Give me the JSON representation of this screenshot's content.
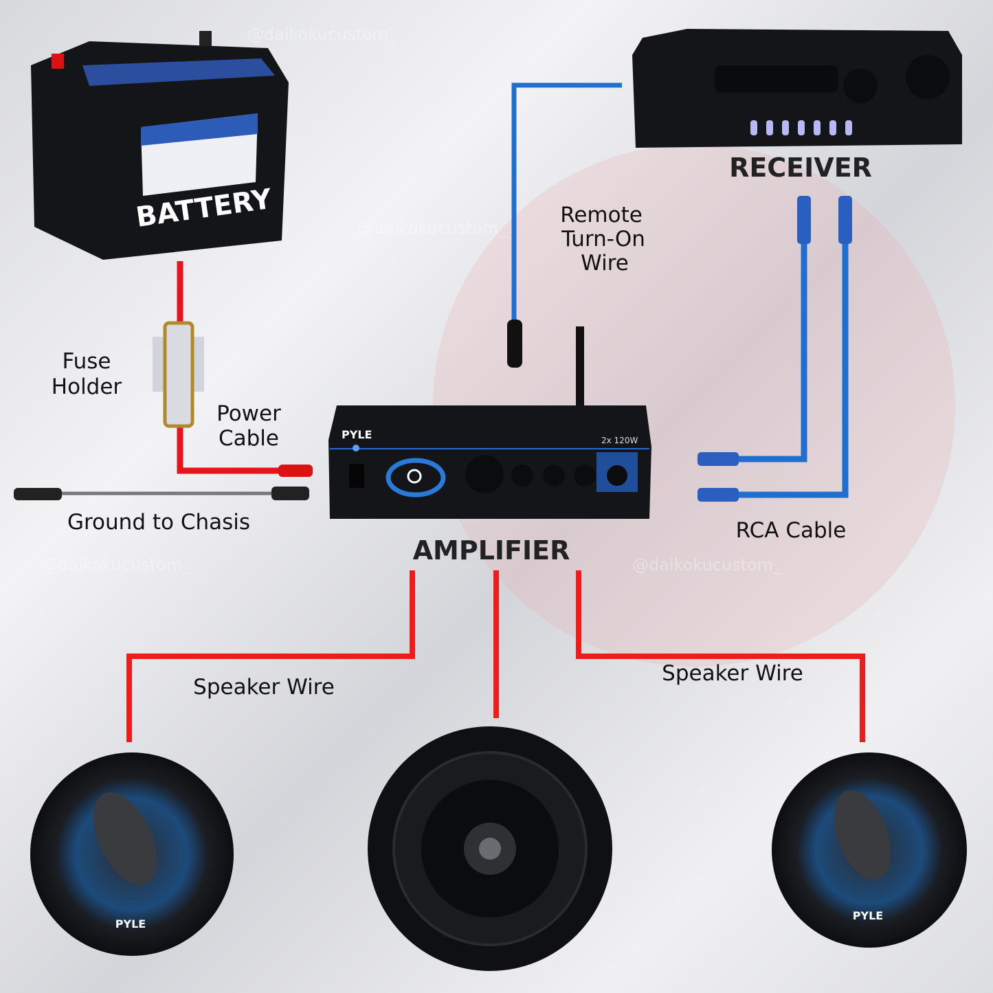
{
  "labels": {
    "battery": "BATTERY",
    "receiver": "RECEIVER",
    "amplifier": "AMPLIFIER",
    "remote_wire": [
      "Remote",
      "Turn-On",
      "Wire"
    ],
    "fuse_holder": [
      "Fuse",
      "Holder"
    ],
    "power_cable": [
      "Power",
      "Cable"
    ],
    "ground": "Ground to Chasis",
    "rca_cable": "RCA Cable",
    "speaker_wire_left": "Speaker Wire",
    "speaker_wire_right": "Speaker Wire"
  },
  "amplifier": {
    "brand": "PYLE",
    "power_rating": "2x 120W"
  },
  "speakers": {
    "brand": "PYLE"
  },
  "watermark": "@daikokucustom_",
  "colors": {
    "power_wire": "#e8141b",
    "remote_wire": "#1f6fd1",
    "rca_wire": "#1f6fd1",
    "speaker_wire": "#ef1c1c"
  }
}
